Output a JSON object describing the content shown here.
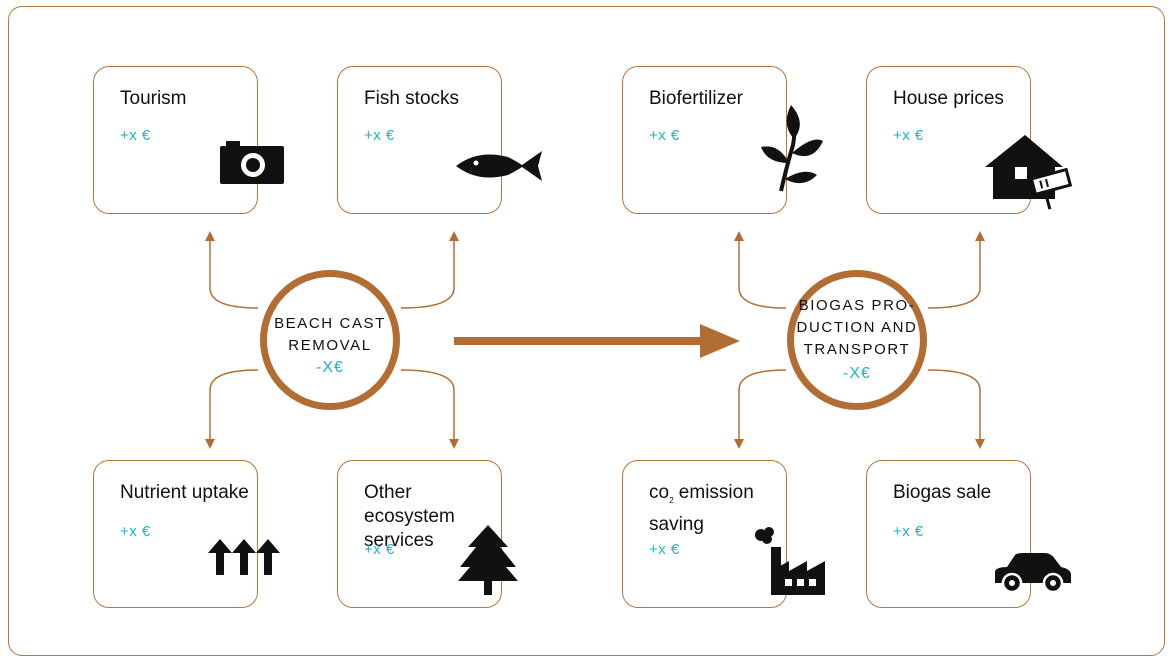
{
  "hubs": {
    "left": {
      "label": "BEACH CAST\nREMOVAL",
      "cost": "-X€"
    },
    "right": {
      "label": "BIOGAS PRO-\nDUCTION AND\nTRANSPORT",
      "cost": "-X€"
    }
  },
  "cards": {
    "tourism": {
      "title": "Tourism",
      "value": "+x €",
      "icon": "camera-icon"
    },
    "fish": {
      "title": "Fish stocks",
      "value": "+x €",
      "icon": "fish-icon"
    },
    "biofertilizer": {
      "title": "Biofertilizer",
      "value": "+x €",
      "icon": "plant-icon"
    },
    "house": {
      "title": "House prices",
      "value": "+x €",
      "icon": "house-for-sale-icon"
    },
    "nutrient": {
      "title": "Nutrient uptake",
      "value": "+x €",
      "icon": "up-arrows-icon"
    },
    "ecosystem": {
      "title": "Other ecosystem services",
      "value": "+x €",
      "icon": "tree-icon"
    },
    "co2": {
      "title_prefix": "co",
      "title_sub": "2",
      "title_suffix": " emission saving",
      "value": "+x €",
      "icon": "factory-icon"
    },
    "biogas": {
      "title": "Biogas sale",
      "value": "+x €",
      "icon": "car-icon"
    }
  },
  "colors": {
    "border": "#b8763a",
    "hub_ring": "#b26e32",
    "value_text": "#1ab4c9",
    "icon": "#111111"
  }
}
